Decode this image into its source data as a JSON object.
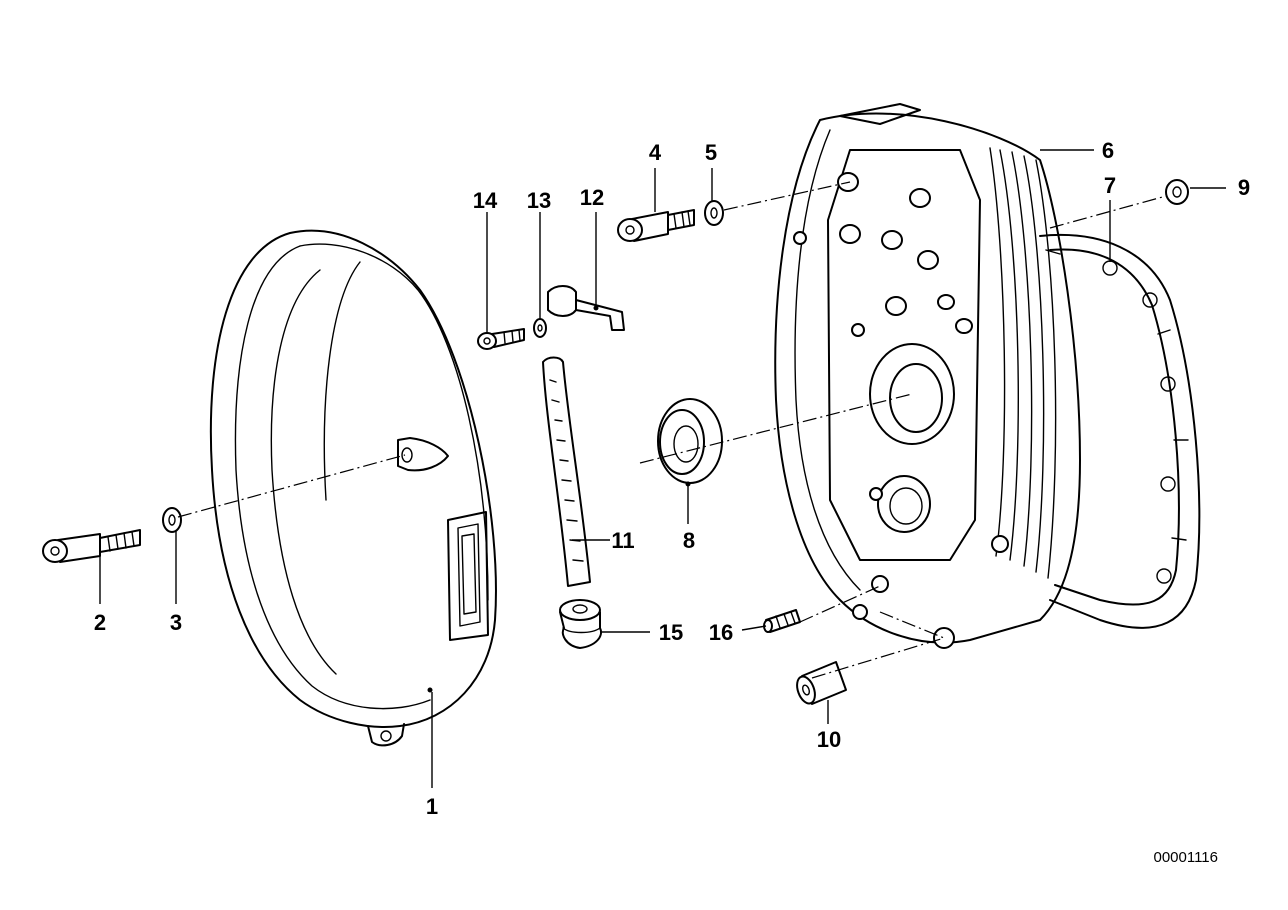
{
  "diagram": {
    "reference_number": "00001116",
    "callouts": [
      "1",
      "2",
      "3",
      "4",
      "5",
      "6",
      "7",
      "8",
      "9",
      "10",
      "11",
      "12",
      "13",
      "14",
      "15",
      "16"
    ],
    "parts": [
      {
        "callout": "1",
        "part": "valve-cover"
      },
      {
        "callout": "2",
        "part": "cap-screw"
      },
      {
        "callout": "3",
        "part": "washer"
      },
      {
        "callout": "4",
        "part": "cap-screw"
      },
      {
        "callout": "5",
        "part": "washer"
      },
      {
        "callout": "6",
        "part": "cylinder-head"
      },
      {
        "callout": "7",
        "part": "gasket"
      },
      {
        "callout": "8",
        "part": "shaft-seal"
      },
      {
        "callout": "9",
        "part": "nut"
      },
      {
        "callout": "10",
        "part": "sleeve"
      },
      {
        "callout": "11",
        "part": "hose"
      },
      {
        "callout": "12",
        "part": "bracket"
      },
      {
        "callout": "13",
        "part": "washer"
      },
      {
        "callout": "14",
        "part": "screw"
      },
      {
        "callout": "15",
        "part": "grommet"
      },
      {
        "callout": "16",
        "part": "dowel-pin"
      }
    ]
  }
}
